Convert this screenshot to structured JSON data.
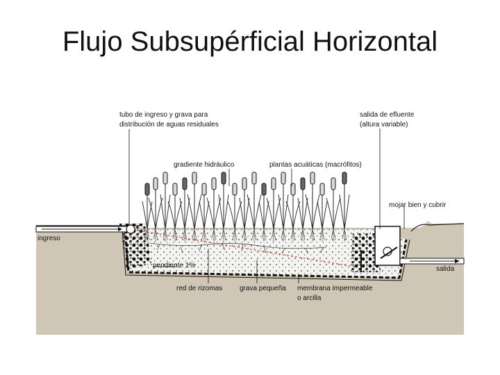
{
  "slide": {
    "title": "Flujo Subsupérficial Horizontal"
  },
  "diagram": {
    "labels": {
      "inlet_pipe_line1": "tubo de ingreso y grava para",
      "inlet_pipe_line2": "distribución de aguas residuales",
      "outlet_line1": "salida de efluente",
      "outlet_line2": "(altura variable)",
      "hydraulic_gradient": "gradiente hidráulico",
      "plants": "plantas acuáticas (macrófitos)",
      "wet_cover": "mojar bien y cubrir",
      "inlet": "ingreso",
      "slope": "pendiente  1%",
      "outlet": "salida",
      "rhizomes": "red de rizomas",
      "small_gravel": "grava pequeña",
      "membrane_line1": "membrana impermeable",
      "membrane_line2": "o arcilla"
    },
    "colors": {
      "soil": "#cfc6b6",
      "gravel": "#f3f3f0",
      "gradient_line": "#d23a2a",
      "outline": "#111111"
    }
  }
}
